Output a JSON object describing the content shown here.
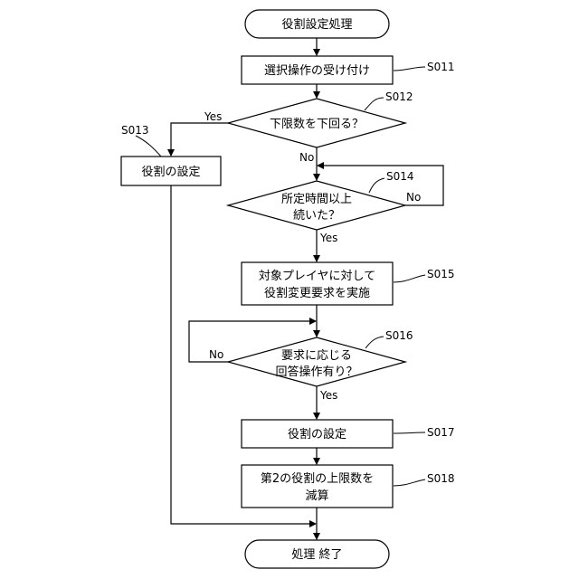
{
  "nodes": {
    "start": "役割設定処理",
    "s011": "選択操作の受け付け",
    "s012": "下限数を下回る？",
    "s013": "役割の設定",
    "s014_l1": "所定時間以上",
    "s014_l2": "続いた？",
    "s015_l1": "対象プレイヤに対して",
    "s015_l2": "役割変更要求を実施",
    "s016_l1": "要求に応じる",
    "s016_l2": "回答操作有り？",
    "s017": "役割の設定",
    "s018_l1": "第2の役割の上限数を",
    "s018_l2": "減算",
    "end": "処理 終了"
  },
  "steps": {
    "s011": "S011",
    "s012": "S012",
    "s013": "S013",
    "s014": "S014",
    "s015": "S015",
    "s016": "S016",
    "s017": "S017",
    "s018": "S018"
  },
  "branches": {
    "s012_yes": "Yes",
    "s012_no": "No",
    "s014_no": "No",
    "s014_yes": "Yes",
    "s016_no": "No",
    "s016_yes": "Yes"
  }
}
